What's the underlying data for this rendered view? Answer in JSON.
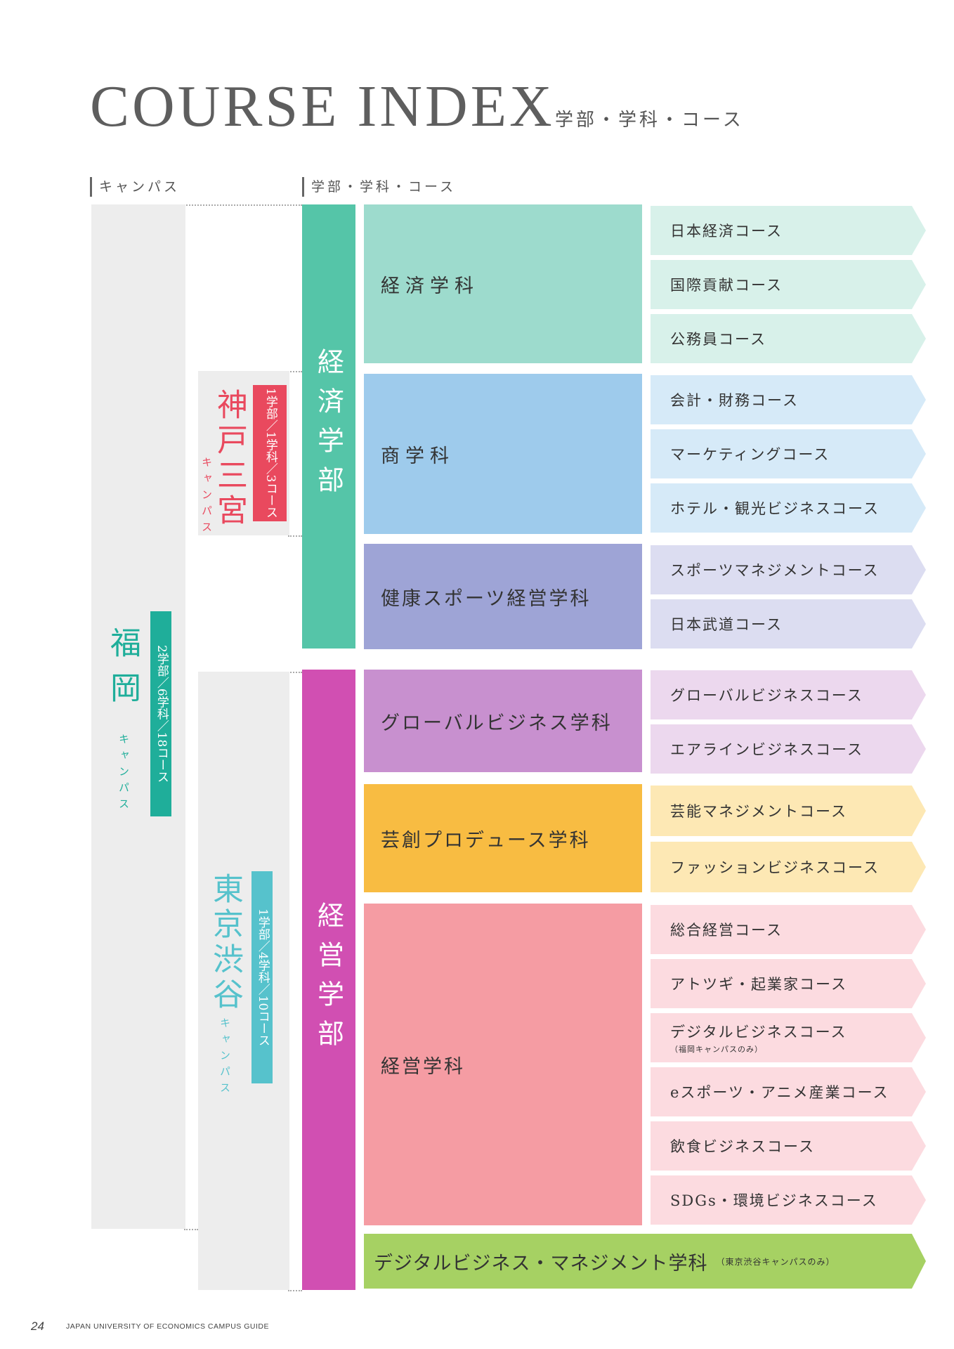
{
  "header": {
    "title": "COURSE INDEX",
    "subtitle": "学部・学科・コース"
  },
  "columns": {
    "campus": "キャンパス",
    "faculty": "学部・学科・コース"
  },
  "campuses": {
    "fukuoka": {
      "name": "福岡",
      "suffix": "キャンパス",
      "badge": "2学部／6学科／18コース",
      "color": "#1fae9a"
    },
    "kobe": {
      "name": "神戸三宮",
      "suffix": "キャンパス",
      "badge": "1学部／1学科／3コース",
      "color": "#e9495e"
    },
    "tokyo": {
      "name": "東京渋谷",
      "suffix": "キャンパス",
      "badge": "1学部／4学科／10コース",
      "color": "#56c2cc"
    }
  },
  "faculties": [
    {
      "name": "経済学部",
      "color": "#55c5a8"
    },
    {
      "name": "経営学部",
      "color": "#d14fb2"
    }
  ],
  "departments": [
    {
      "name": "経済学科",
      "color": "#9ddbcd"
    },
    {
      "name": "商学科",
      "color": "#9ecbec"
    },
    {
      "name": "健康スポーツ経営学科",
      "color": "#9ea4d6"
    },
    {
      "name": "グローバルビジネス学科",
      "color": "#c890cf"
    },
    {
      "name": "芸創プロデュース学科",
      "color": "#f8bc42"
    },
    {
      "name": "経営学科",
      "color": "#f59ca3"
    },
    {
      "name": "デジタルビジネス・マネジメント学科",
      "note": "（東京渋谷キャンパスのみ）",
      "color": "#a6d163"
    }
  ],
  "courses": [
    {
      "name": "日本経済コース",
      "color": "#d8f1ea"
    },
    {
      "name": "国際貢献コース",
      "color": "#d8f1ea"
    },
    {
      "name": "公務員コース",
      "color": "#d8f1ea"
    },
    {
      "name": "会計・財務コース",
      "color": "#d6eaf8"
    },
    {
      "name": "マーケティングコース",
      "color": "#d6eaf8"
    },
    {
      "name": "ホテル・観光ビジネスコース",
      "color": "#d6eaf8"
    },
    {
      "name": "スポーツマネジメントコース",
      "color": "#dcddf1"
    },
    {
      "name": "日本武道コース",
      "color": "#dcddf1"
    },
    {
      "name": "グローバルビジネスコース",
      "color": "#ecd8ee"
    },
    {
      "name": "エアラインビジネスコース",
      "color": "#ecd8ee"
    },
    {
      "name": "芸能マネジメントコース",
      "color": "#fde8b4"
    },
    {
      "name": "ファッションビジネスコース",
      "color": "#fde8b4"
    },
    {
      "name": "総合経営コース",
      "color": "#fcdbe0"
    },
    {
      "name": "アトツギ・起業家コース",
      "color": "#fcdbe0"
    },
    {
      "name": "デジタルビジネスコース",
      "note": "（福岡キャンパスのみ）",
      "color": "#fcdbe0"
    },
    {
      "name": "eスポーツ・アニメ産業コース",
      "color": "#fcdbe0"
    },
    {
      "name": "飲食ビジネスコース",
      "color": "#fcdbe0"
    },
    {
      "name": "SDGs・環境ビジネスコース",
      "color": "#fcdbe0"
    }
  ],
  "footer": {
    "page": "24",
    "text": "JAPAN UNIVERSITY OF ECONOMICS CAMPUS GUIDE"
  }
}
